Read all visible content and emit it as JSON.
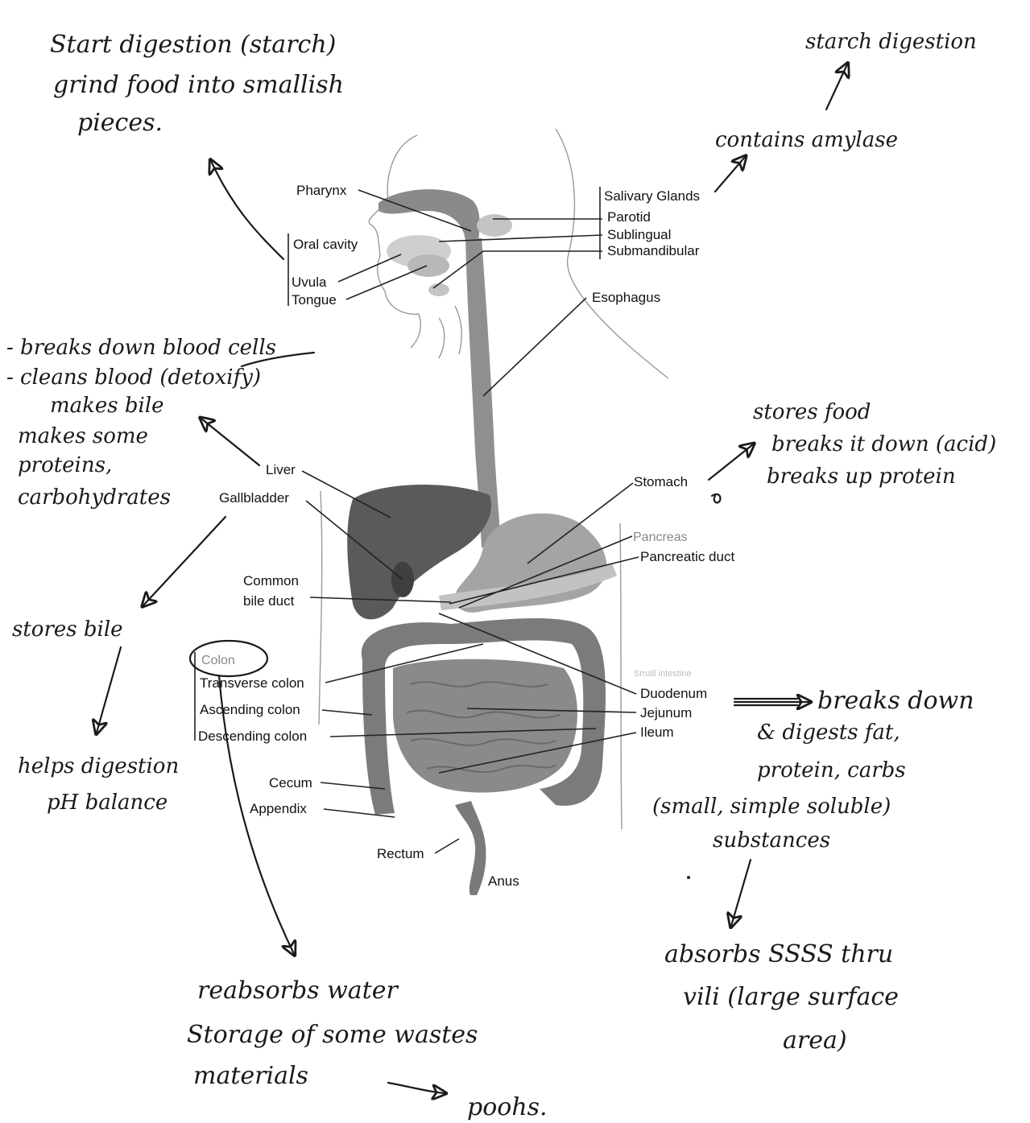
{
  "labels": {
    "pharynx": "Pharynx",
    "salivary_glands": "Salivary Glands",
    "parotid": "Parotid",
    "sublingual": "Sublingual",
    "submandibular": "Submandibular",
    "oral_cavity": "Oral cavity",
    "uvula": "Uvula",
    "tongue": "Tongue",
    "esophagus": "Esophagus",
    "liver": "Liver",
    "gallbladder": "Gallbladder",
    "stomach": "Stomach",
    "pancreas": "Pancreas",
    "pancreatic_duct": "Pancreatic duct",
    "common_bile_duct_1": "Common",
    "common_bile_duct_2": "bile duct",
    "colon": "Colon",
    "transverse_colon": "Transverse colon",
    "ascending_colon": "Ascending colon",
    "descending_colon": "Descending colon",
    "small_intestine": "Small intestine",
    "duodenum": "Duodenum",
    "jejunum": "Jejunum",
    "ileum": "Ileum",
    "cecum": "Cecum",
    "appendix": "Appendix",
    "rectum": "Rectum",
    "anus": "Anus"
  },
  "notes": {
    "mouth": [
      "Start digestion (starch)",
      "grind food into smallish",
      "pieces."
    ],
    "salivary_top": "starch digestion",
    "salivary": "contains amylase",
    "liver": [
      "- breaks down blood cells",
      "- cleans blood (detoxify)",
      "makes bile",
      "makes some",
      "proteins,",
      "carbohydrates"
    ],
    "stomach": [
      "stores food",
      "breaks it down (acid)",
      "breaks up protein"
    ],
    "gallbladder": "stores bile",
    "pancreas": [
      "helps digestion",
      "pH balance"
    ],
    "small_intestine": [
      "breaks down",
      "& digests fat,",
      "protein, carbs",
      "(small, simple soluble)",
      "substances"
    ],
    "villi": [
      "absorbs SSSS thru",
      "vili (large surface",
      "area)"
    ],
    "colon": [
      "reabsorbs water",
      "Storage of some wastes",
      "materials",
      "poohs."
    ]
  }
}
